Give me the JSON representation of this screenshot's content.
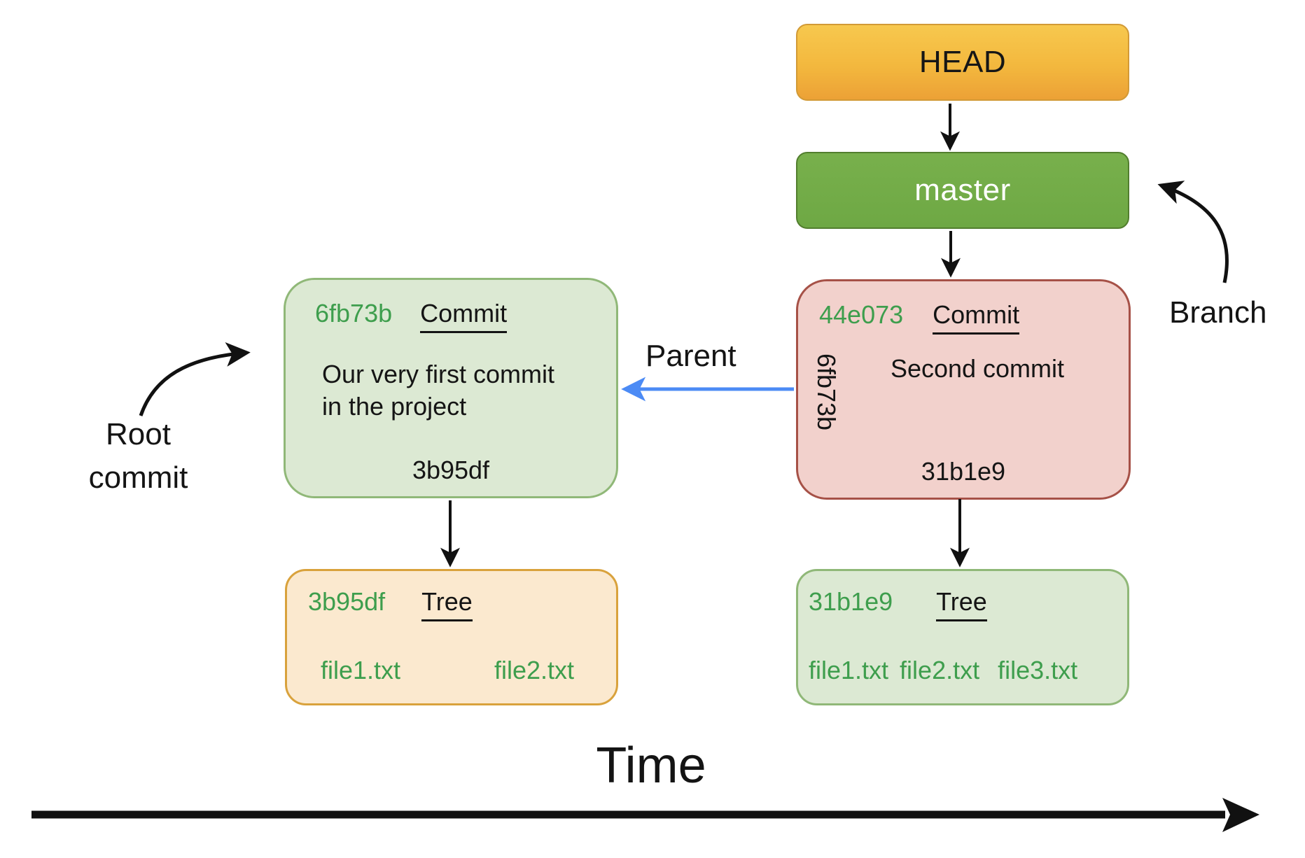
{
  "labels": {
    "head": "HEAD",
    "master": "master",
    "branch": "Branch",
    "parent": "Parent",
    "root_line1": "Root",
    "root_line2": "commit",
    "time": "Time"
  },
  "commits": [
    {
      "hash": "6fb73b",
      "kind": "Commit",
      "message_lines": [
        "Our very first commit",
        "in the project"
      ],
      "tree_ref": "3b95df"
    },
    {
      "hash": "44e073",
      "kind": "Commit",
      "parent_hash": "6fb73b",
      "message_lines": [
        "Second commit"
      ],
      "tree_ref": "31b1e9"
    }
  ],
  "trees": [
    {
      "hash": "3b95df",
      "kind": "Tree",
      "files": [
        "file1.txt",
        "file2.txt"
      ]
    },
    {
      "hash": "31b1e9",
      "kind": "Tree",
      "files": [
        "file1.txt",
        "file2.txt",
        "file3.txt"
      ]
    }
  ],
  "colors": {
    "head_grad_top": "#F7C84E",
    "head_grad_bottom": "#ECA136",
    "head_border": "#D29A36",
    "master_fill": "#6EA844",
    "master_fill_light": "#78B04C",
    "master_border": "#527E2E",
    "master_text": "#FFFFFF",
    "node_green_fill": "#DCE9D3",
    "node_green_border": "#90B878",
    "node_pink_fill": "#F2D1CC",
    "node_pink_border": "#A65147",
    "tree_orange_fill": "#FBE9CF",
    "tree_orange_border": "#D9A23C",
    "hash_green": "#3E9E4D",
    "parent_arrow_blue": "#4C8BF5",
    "arrow_black": "#111111",
    "text_black": "#151515"
  }
}
